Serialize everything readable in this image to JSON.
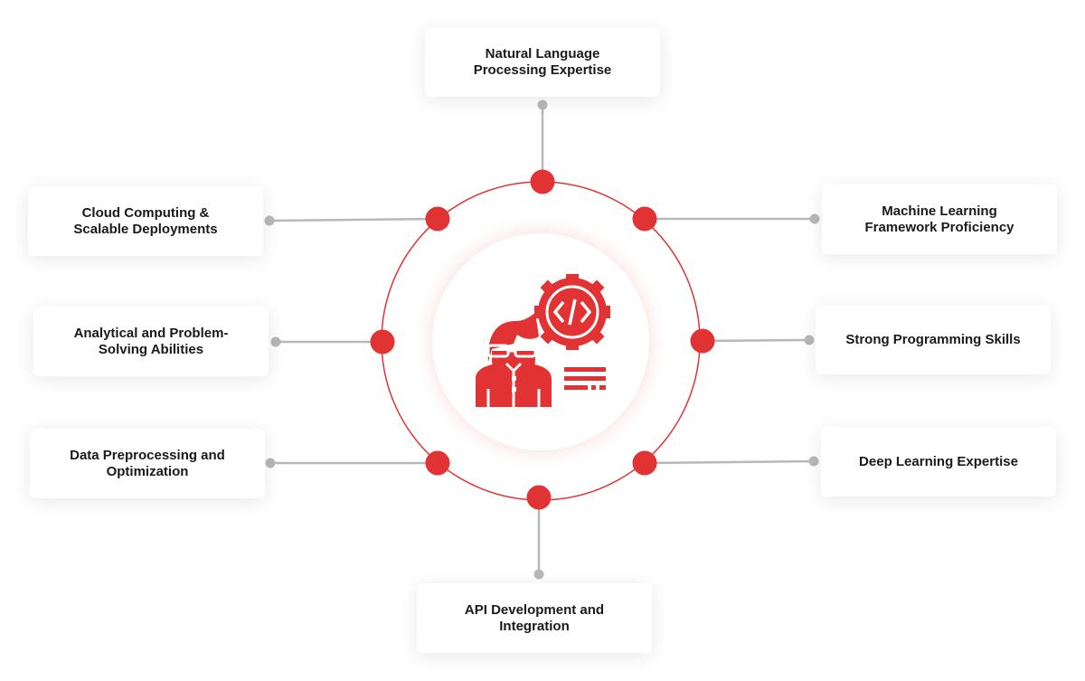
{
  "colors": {
    "accent": "#e13333",
    "connector": "#b8b8b8",
    "text": "#1a1a1a"
  },
  "center_icon": "developer-with-code-gear-icon",
  "skills": [
    {
      "id": "nlp",
      "label": "Natural Language Processing Expertise"
    },
    {
      "id": "ml",
      "label": "Machine Learning Framework Proficiency"
    },
    {
      "id": "programming",
      "label": "Strong Programming Skills"
    },
    {
      "id": "deep-learning",
      "label": "Deep Learning Expertise"
    },
    {
      "id": "api",
      "label": "API Development and Integration"
    },
    {
      "id": "data",
      "label": "Data Preprocessing and Optimization"
    },
    {
      "id": "analytical",
      "label": "Analytical and Problem-Solving Abilities"
    },
    {
      "id": "cloud",
      "label": "Cloud Computing & Scalable Deployments"
    }
  ]
}
